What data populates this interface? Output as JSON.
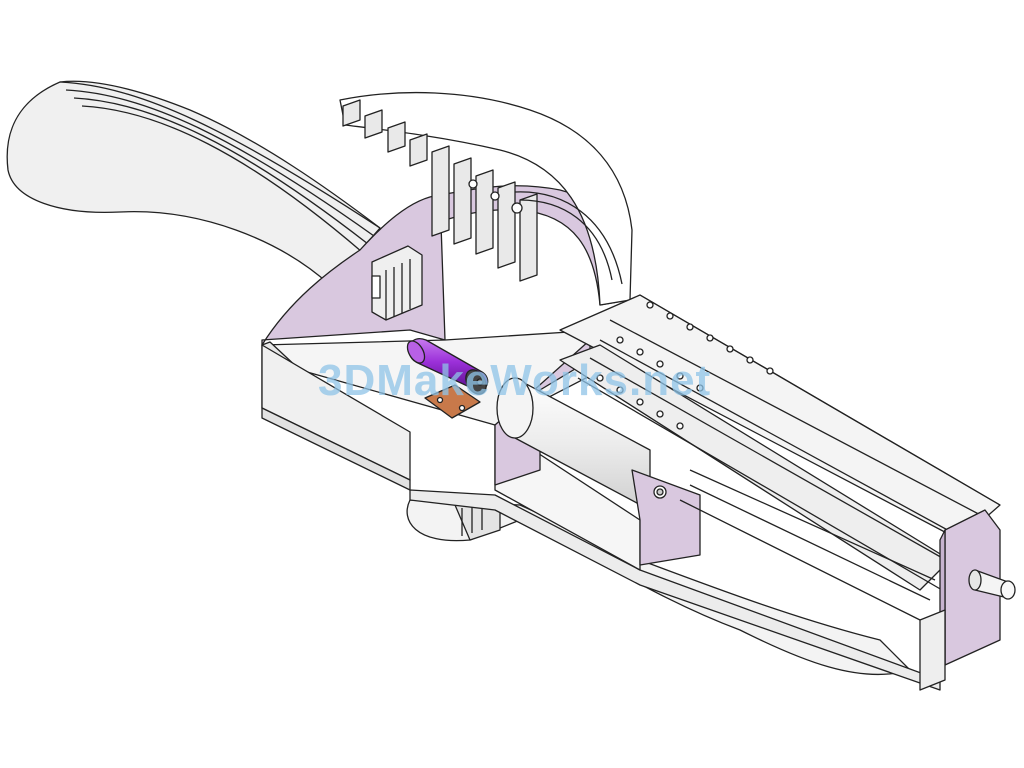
{
  "watermark": {
    "text": "3DMakeWorks.net",
    "color": "#8fc4e8"
  },
  "palette": {
    "background": "#ffffff",
    "body_white": "#f2f2f2",
    "body_lavender": "#d9c8df",
    "outline": "#222222",
    "motor": "#9b30d9",
    "motor_bracket": "#c8794a"
  },
  "components": [
    "handle-grip",
    "trigger-guard",
    "frame-housing",
    "top-bracket-ribs",
    "side-panel-block",
    "dc-motor",
    "motor-bracket",
    "drive-cylinder",
    "rotating-barrel-assembly",
    "front-end-plate",
    "output-shaft"
  ]
}
